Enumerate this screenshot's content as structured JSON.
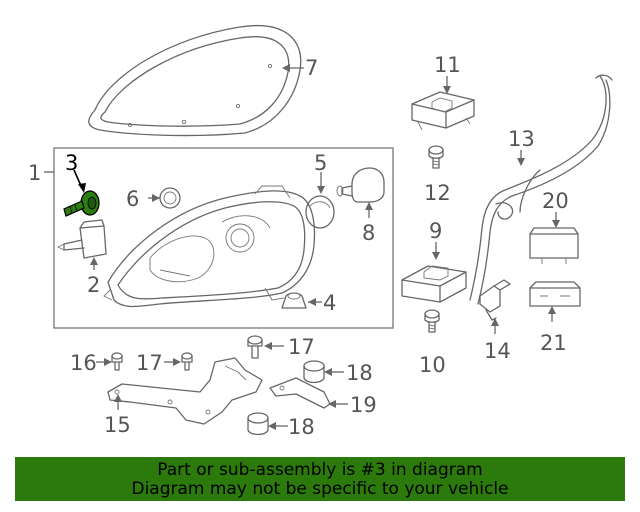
{
  "diagram": {
    "callouts": {
      "c1": "1",
      "c2": "2",
      "c3": "3",
      "c4": "4",
      "c5": "5",
      "c6": "6",
      "c7": "7",
      "c8": "8",
      "c9": "9",
      "c10": "10",
      "c11": "11",
      "c12": "12",
      "c13": "13",
      "c14": "14",
      "c15": "15",
      "c16": "16",
      "c17a": "17",
      "c17b": "17",
      "c18a": "18",
      "c18b": "18",
      "c19": "19",
      "c20": "20",
      "c21": "21"
    },
    "highlight_color": "#2e7d12",
    "line_color": "#666666"
  },
  "banner": {
    "line1": "Part or sub-assembly is #3 in diagram",
    "line2": "Diagram may not be specific to your vehicle",
    "background": "#2c7a0c"
  }
}
